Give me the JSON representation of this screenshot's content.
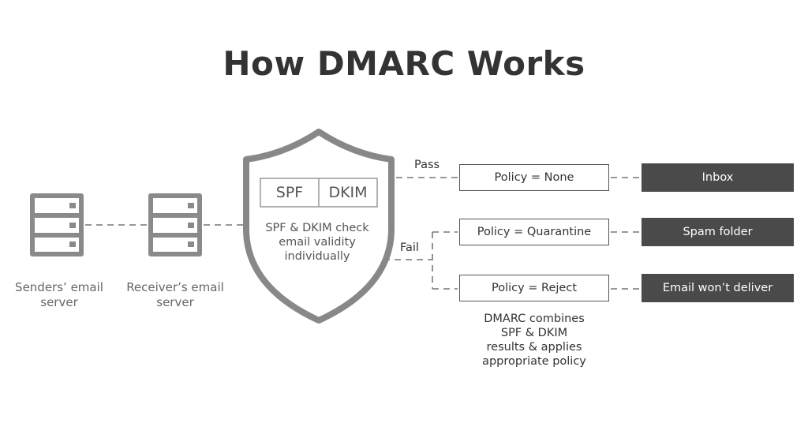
{
  "title": "How DMARC Works",
  "servers": {
    "sender_label": "Senders’ email server",
    "sender_line1": "Senders’ email",
    "sender_line2": "server",
    "receiver_line1": "Receiver’s email",
    "receiver_line2": "server"
  },
  "shield": {
    "checks": [
      "SPF",
      "DKIM"
    ],
    "text_lines": [
      "SPF & DKIM check",
      "email validity",
      "individually"
    ]
  },
  "paths": {
    "pass": "Pass",
    "fail": "Fail"
  },
  "policies": [
    "Policy = None",
    "Policy = Quarantine",
    "Policy = Reject"
  ],
  "outcomes": [
    "Inbox",
    "Spam folder",
    "Email won’t deliver"
  ],
  "note_lines": [
    "DMARC combines",
    "SPF & DKIM",
    "results & applies",
    "appropriate policy"
  ],
  "colors": {
    "icon_gray": "#8a8a8a",
    "outcome_fill": "#4a4a4a",
    "border": "#555555"
  }
}
